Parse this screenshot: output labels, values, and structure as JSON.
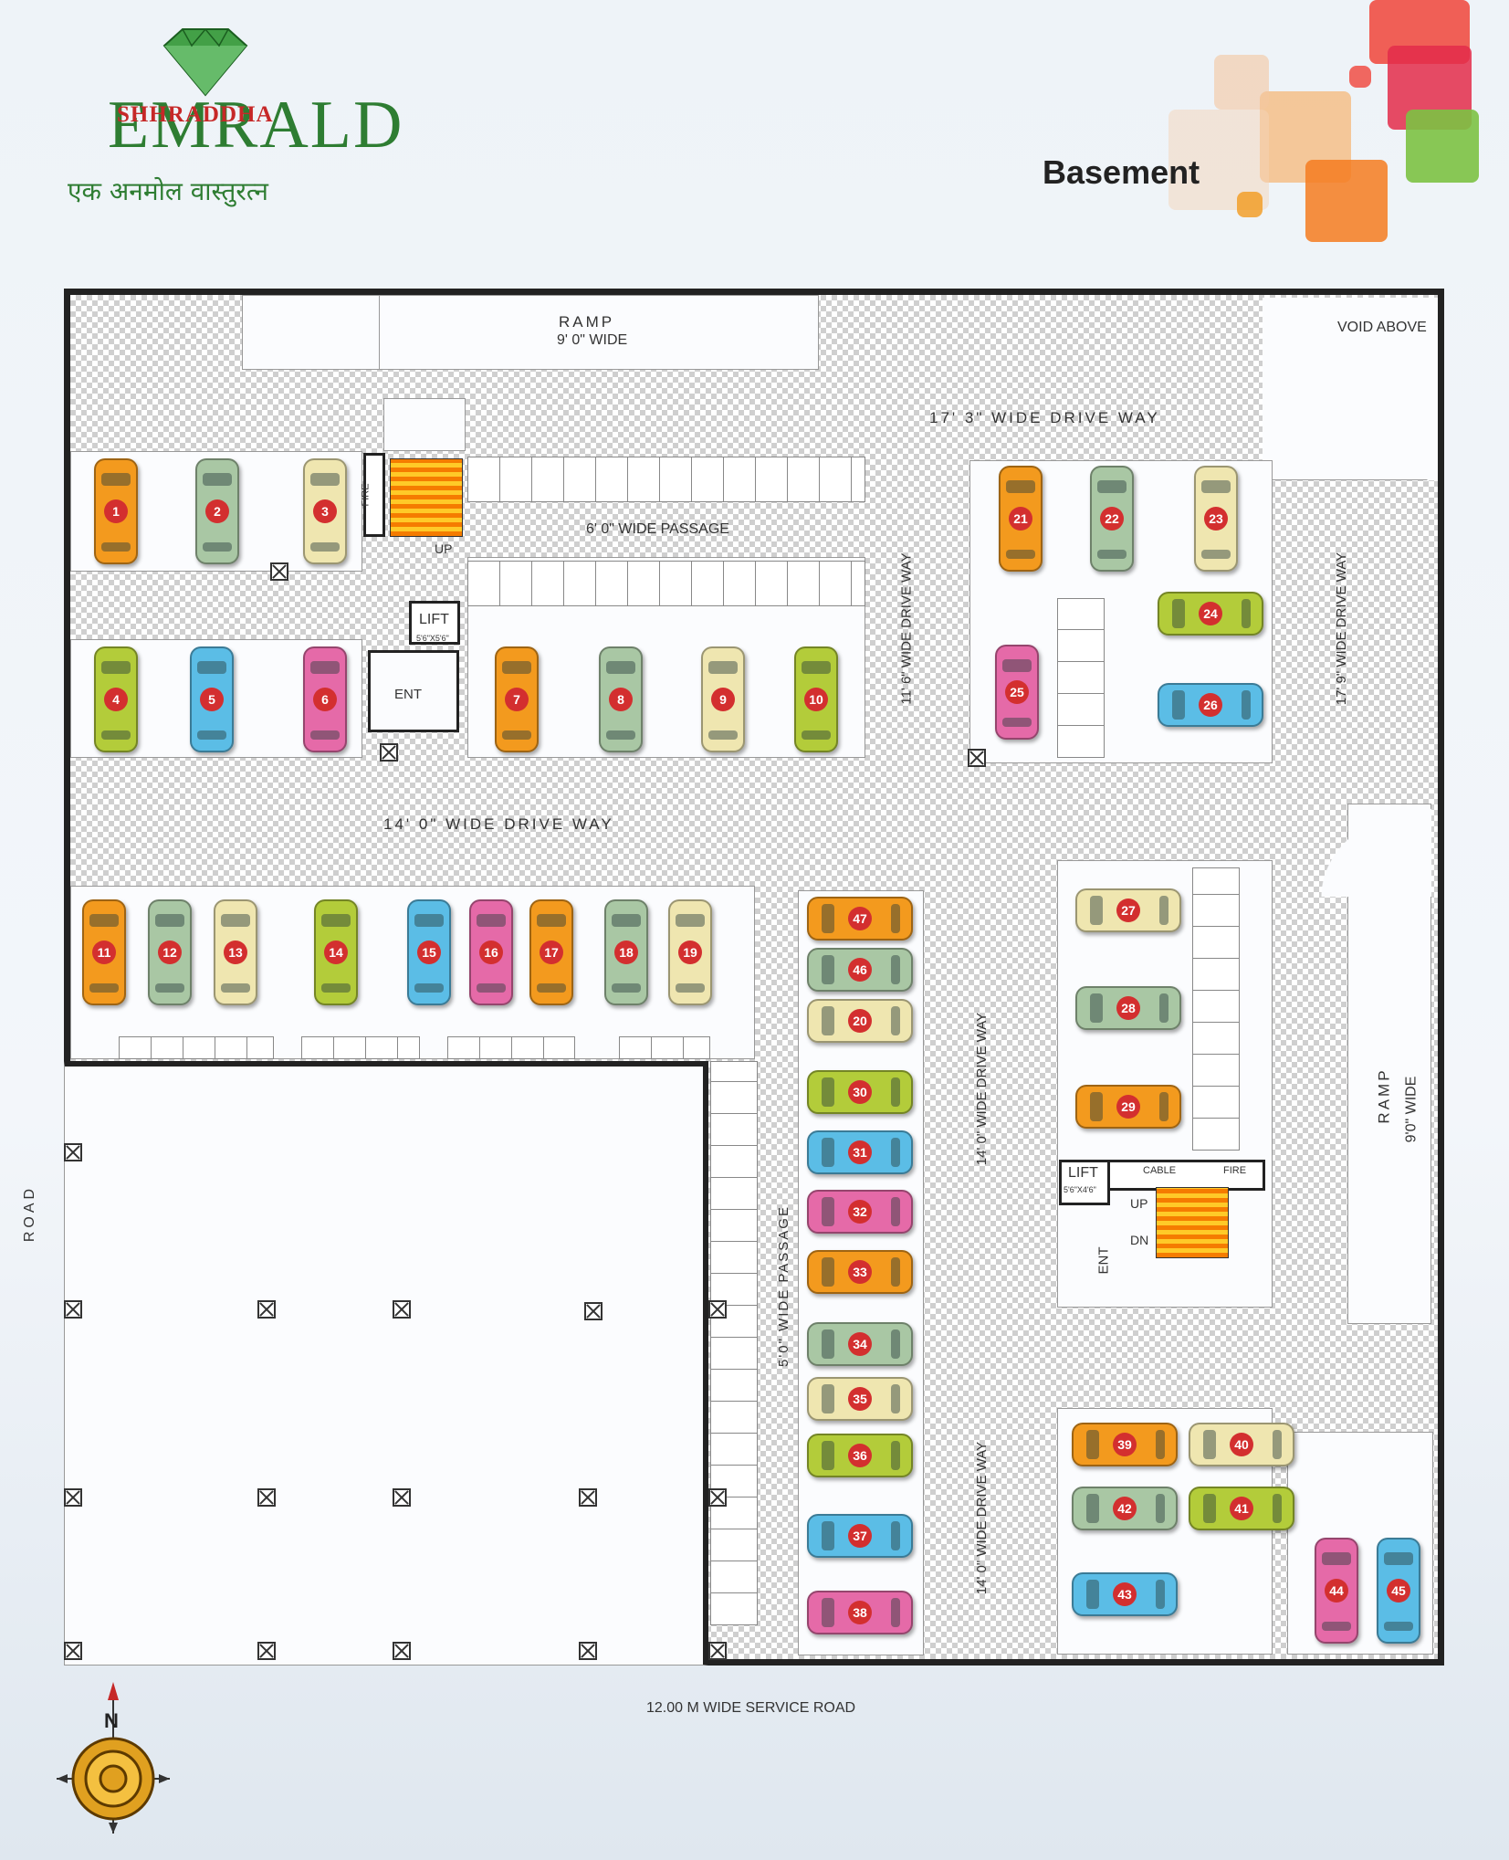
{
  "header": {
    "brand_top": "SHHRADDHA",
    "brand_main": "EMRALD",
    "tagline": "एक अनमोल वास्तुरत्न",
    "title": "Basement"
  },
  "labels": {
    "ramp_top": "RAMP",
    "ramp_top_width": "9' 0\" WIDE",
    "void_above": "VOID ABOVE",
    "drive_17_3": "17' 3\" WIDE DRIVE WAY",
    "passage_6": "6' 0\" WIDE PASSAGE",
    "drive_11_6": "11' 6\" WIDE DRIVE WAY",
    "drive_17_9": "17' 9\" WIDE DRIVE WAY",
    "drive_14_a": "14' 0\" WIDE DRIVE WAY",
    "drive_14_b": "14' 0\" WIDE DRIVE WAY",
    "drive_14_c": "14' 0\" WIDE DRIVE WAY",
    "passage_5": "5'0\" WIDE PASSAGE",
    "ramp_right": "RAMP",
    "ramp_right_width": "9'0\" WIDE",
    "lift1": "LIFT",
    "lift1_size": "5'6\"X5'6\"",
    "lift2": "LIFT",
    "lift2_size": "5'6\"X4'6\"",
    "ent1": "ENT",
    "ent2": "ENT",
    "up1": "UP",
    "up2": "UP",
    "dn": "DN",
    "fire1": "FIRE",
    "fire2": "FIRE",
    "cable": "CABLE",
    "road_side": "ROAD",
    "road_bottom": "12.00 M WIDE SERVICE ROAD",
    "compass": "N"
  },
  "colors": {
    "orange": "#f39a1e",
    "sage": "#a9c7a4",
    "cream": "#efe6b0",
    "lime": "#b3cc3a",
    "blue": "#5bbde6",
    "pink": "#e56aa8"
  },
  "cars": [
    {
      "n": "1",
      "c": "orange"
    },
    {
      "n": "2",
      "c": "sage"
    },
    {
      "n": "3",
      "c": "cream"
    },
    {
      "n": "4",
      "c": "lime"
    },
    {
      "n": "5",
      "c": "blue"
    },
    {
      "n": "6",
      "c": "pink"
    },
    {
      "n": "7",
      "c": "orange"
    },
    {
      "n": "8",
      "c": "sage"
    },
    {
      "n": "9",
      "c": "cream"
    },
    {
      "n": "10",
      "c": "lime"
    },
    {
      "n": "11",
      "c": "orange"
    },
    {
      "n": "12",
      "c": "sage"
    },
    {
      "n": "13",
      "c": "cream"
    },
    {
      "n": "14",
      "c": "lime"
    },
    {
      "n": "15",
      "c": "blue"
    },
    {
      "n": "16",
      "c": "pink"
    },
    {
      "n": "17",
      "c": "orange"
    },
    {
      "n": "18",
      "c": "sage"
    },
    {
      "n": "19",
      "c": "cream"
    },
    {
      "n": "21",
      "c": "orange"
    },
    {
      "n": "22",
      "c": "sage"
    },
    {
      "n": "23",
      "c": "cream"
    },
    {
      "n": "24",
      "c": "lime"
    },
    {
      "n": "25",
      "c": "pink"
    },
    {
      "n": "26",
      "c": "blue"
    },
    {
      "n": "27",
      "c": "cream"
    },
    {
      "n": "28",
      "c": "sage"
    },
    {
      "n": "29",
      "c": "orange"
    },
    {
      "n": "47",
      "c": "orange"
    },
    {
      "n": "46",
      "c": "sage"
    },
    {
      "n": "20",
      "c": "cream"
    },
    {
      "n": "30",
      "c": "lime"
    },
    {
      "n": "31",
      "c": "blue"
    },
    {
      "n": "32",
      "c": "pink"
    },
    {
      "n": "33",
      "c": "orange"
    },
    {
      "n": "34",
      "c": "sage"
    },
    {
      "n": "35",
      "c": "cream"
    },
    {
      "n": "36",
      "c": "lime"
    },
    {
      "n": "37",
      "c": "blue"
    },
    {
      "n": "38",
      "c": "pink"
    },
    {
      "n": "39",
      "c": "orange"
    },
    {
      "n": "40",
      "c": "cream"
    },
    {
      "n": "42",
      "c": "sage"
    },
    {
      "n": "41",
      "c": "lime"
    },
    {
      "n": "43",
      "c": "blue"
    },
    {
      "n": "44",
      "c": "pink"
    },
    {
      "n": "45",
      "c": "blue"
    }
  ]
}
